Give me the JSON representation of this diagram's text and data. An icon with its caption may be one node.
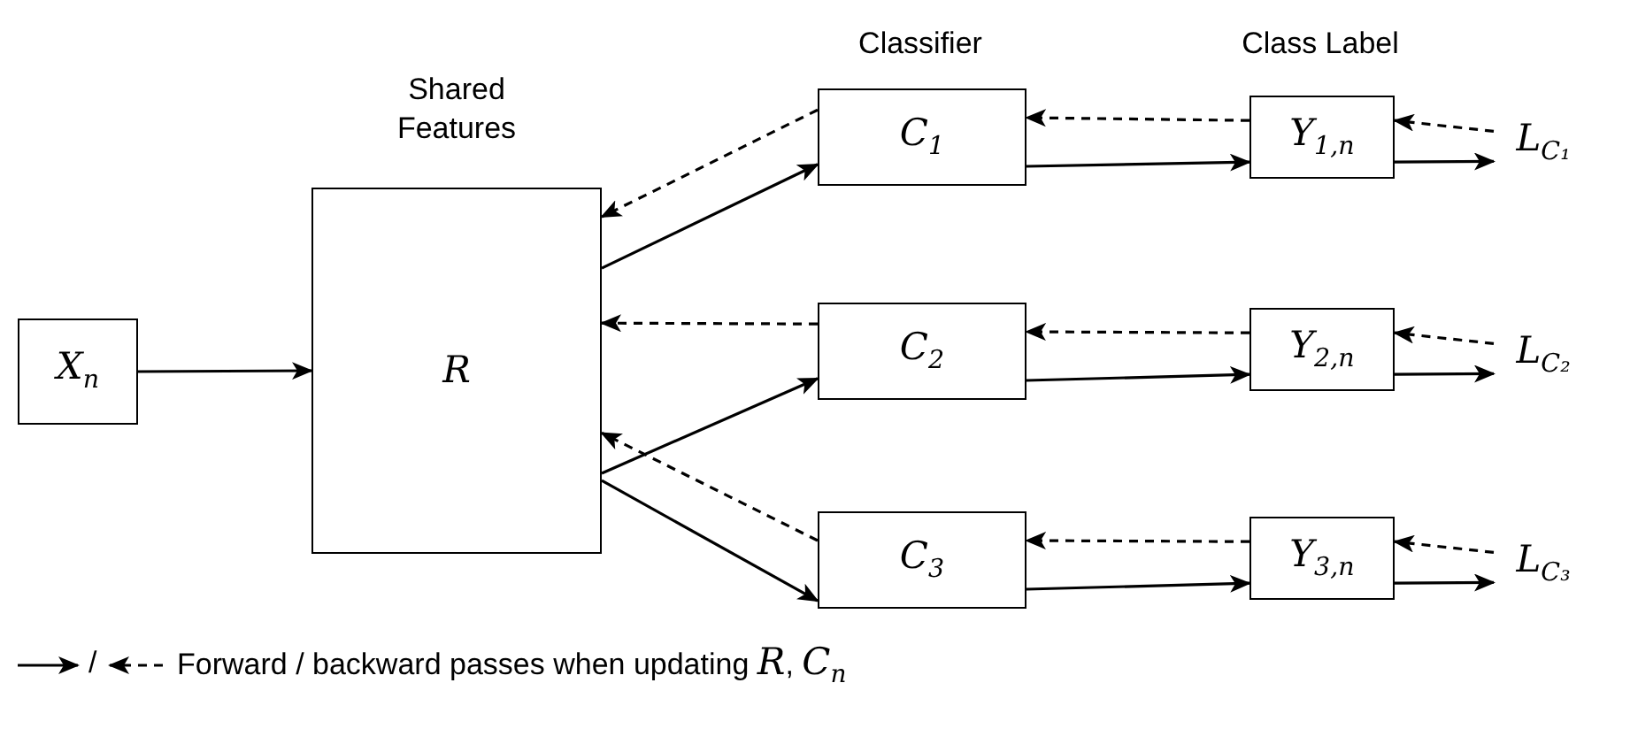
{
  "diagram": {
    "nodes": [
      {
        "text": [
          "X$_{n}$"
        ]
      },
      {
        "text": [
          "Shared Features",
          "R"
        ]
      },
      {
        "text": [
          "C$_{1}$"
        ]
      },
      {
        "text": [
          "C$_{2}$"
        ]
      },
      {
        "text": [
          "C$_{3}$"
        ]
      },
      {
        "text": [
          "Y$_{1,n}$"
        ]
      },
      {
        "text": [
          "Y$_{2,n}$"
        ]
      },
      {
        "text": [
          "Y$_{3,n}$"
        ]
      },
      {
        "text": [
          "L$_{C₁}$"
        ]
      },
      {
        "text": [
          "L$_{C₂}$"
        ]
      },
      {
        "text": [
          "L$_{C₃}$"
        ]
      }
    ],
    "edges": [
      {
        "from": 0,
        "to": 1,
        "arrow": "to"
      },
      {
        "from": 1,
        "to": 2,
        "arrow": "to"
      },
      {
        "from": 2,
        "to": 1,
        "arrow": "to",
        "style": "dashed"
      },
      {
        "from": 3,
        "to": 1,
        "arrow": "to",
        "style": "dashed"
      },
      {
        "from": 1,
        "to": 3,
        "arrow": "to"
      },
      {
        "from": 4,
        "to": 1,
        "arrow": "to",
        "style": "dashed"
      },
      {
        "from": 1,
        "to": 4,
        "arrow": "to"
      },
      {
        "from": 2,
        "to": 5,
        "arrow": "to"
      },
      {
        "from": 5,
        "to": 2,
        "arrow": "to",
        "style": "dashed"
      },
      {
        "from": 5,
        "to": 8,
        "arrow": "to"
      },
      {
        "from": 8,
        "to": 5,
        "arrow": "to",
        "style": "dashed"
      },
      {
        "from": 3,
        "to": 6,
        "arrow": "to"
      },
      {
        "from": 6,
        "to": 3,
        "arrow": "to",
        "style": "dashed"
      },
      {
        "from": 6,
        "to": 9,
        "arrow": "to"
      },
      {
        "from": 9,
        "to": 6,
        "arrow": "to",
        "style": "dashed"
      },
      {
        "from": 4,
        "to": 7,
        "arrow": "to"
      },
      {
        "from": 7,
        "to": 4,
        "arrow": "to",
        "style": "dashed"
      },
      {
        "from": 7,
        "to": 10,
        "arrow": "to"
      },
      {
        "from": 10,
        "to": 7,
        "arrow": "to",
        "style": "dashed"
      }
    ],
    "labels": [
      "Classifier",
      "Class Label",
      "/"
    ],
    "legend": [
      {
        "text": "Forward / backward passes when updating *R*, *C*$_{n}$"
      }
    ]
  }
}
